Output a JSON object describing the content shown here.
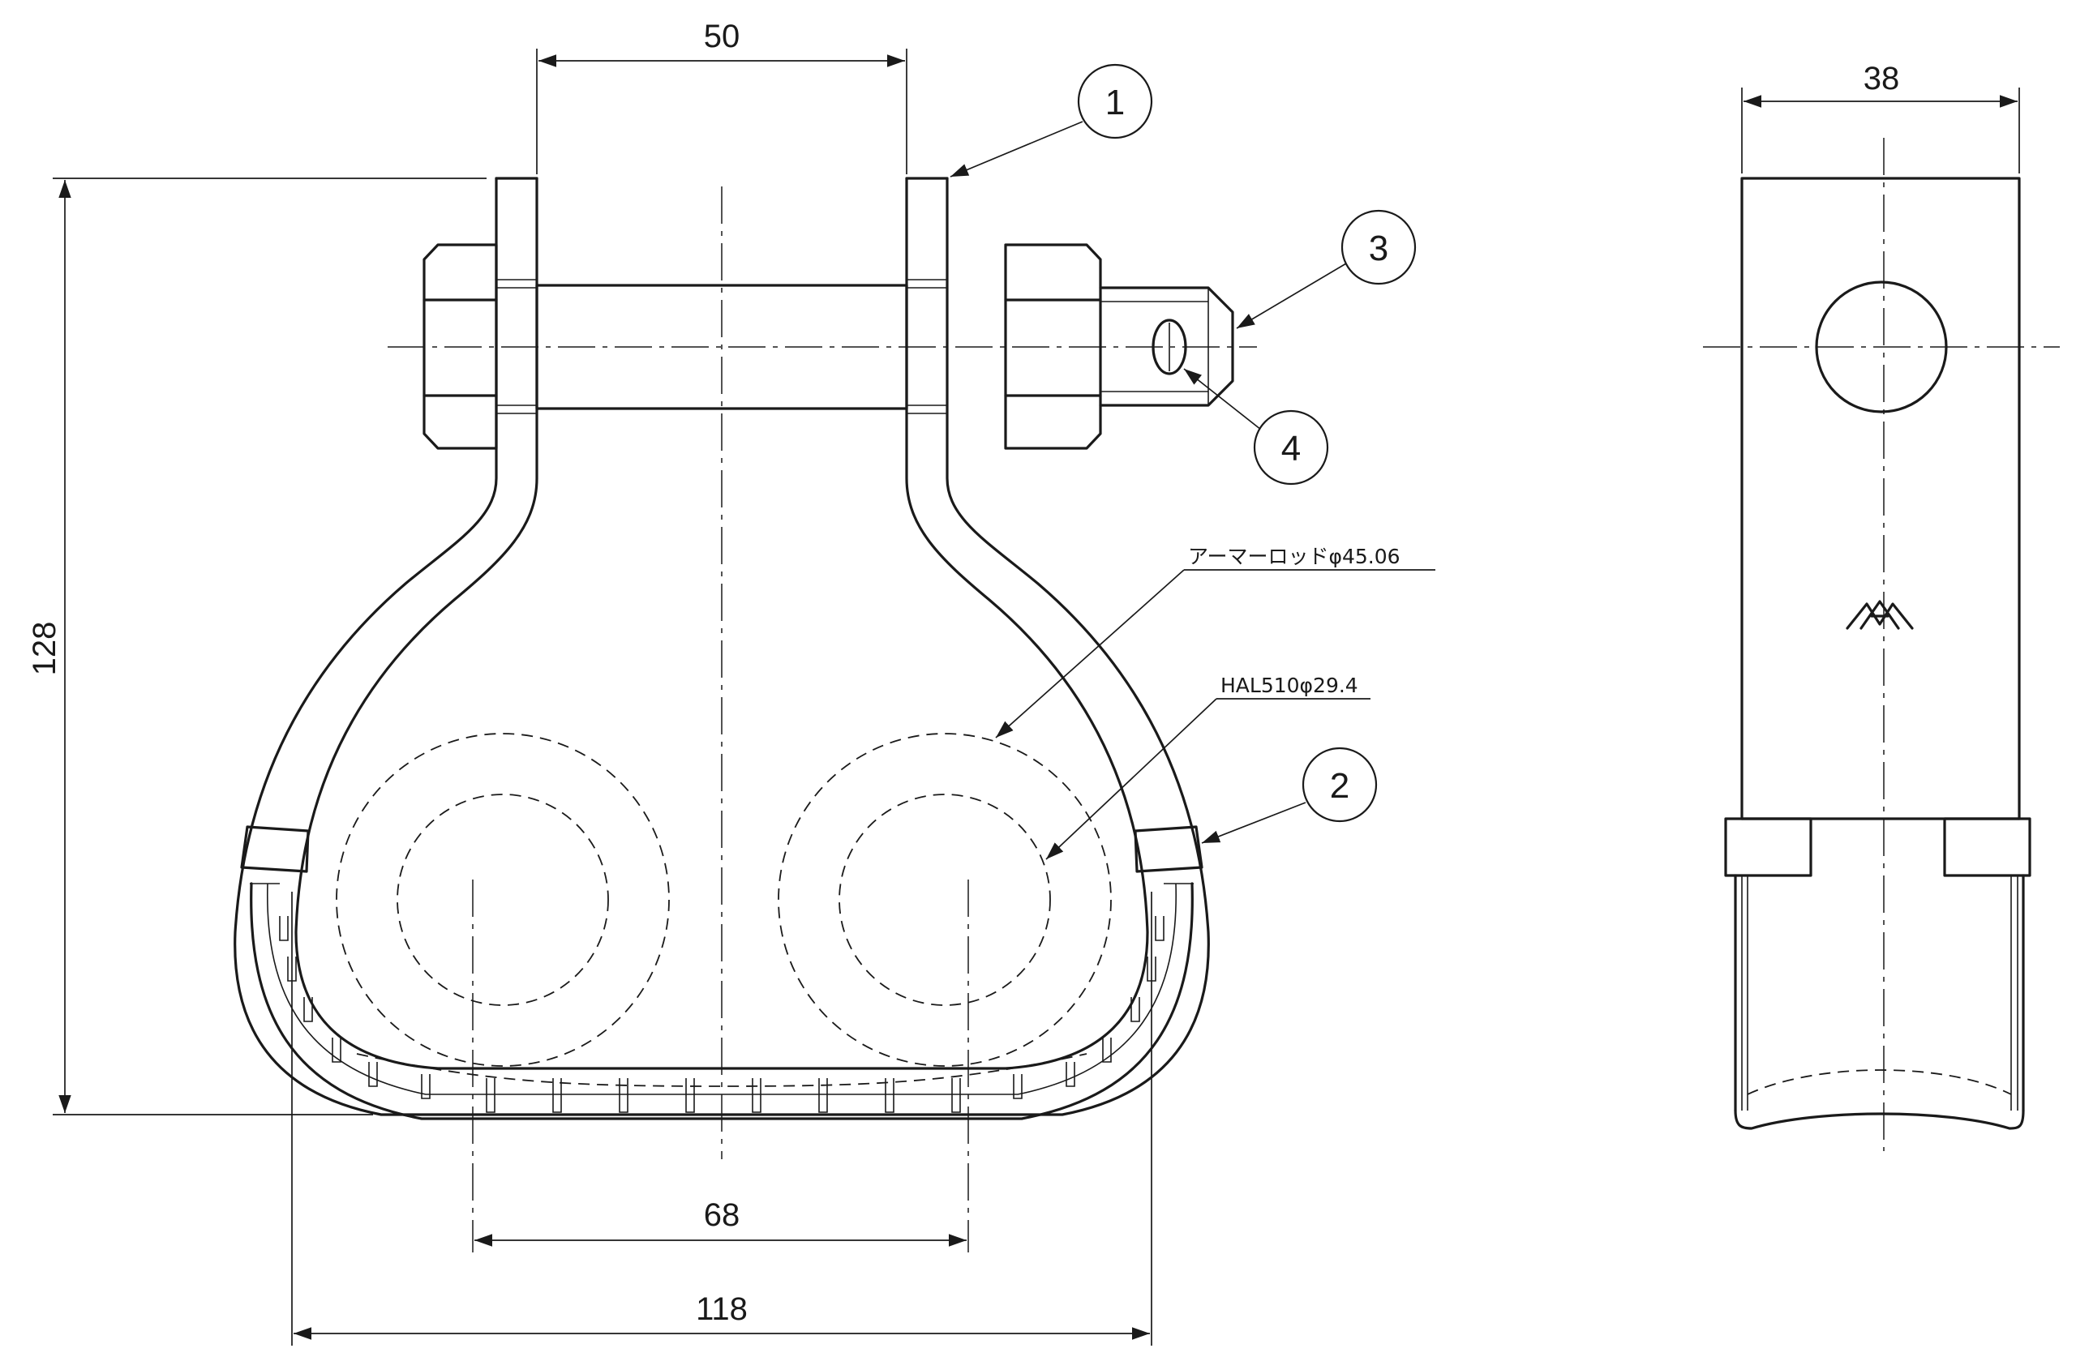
{
  "dimensions": {
    "top_width": "50",
    "height": "128",
    "center_distance": "68",
    "overall_width": "118",
    "side_width": "38"
  },
  "notes": {
    "armor_rod": "アーマーロッドφ45.06",
    "conductor": "HAL510φ29.4"
  },
  "balloons": [
    "1",
    "2",
    "3",
    "4"
  ],
  "marking": {
    "logo_icon": "manufacturer-logo-icon"
  }
}
